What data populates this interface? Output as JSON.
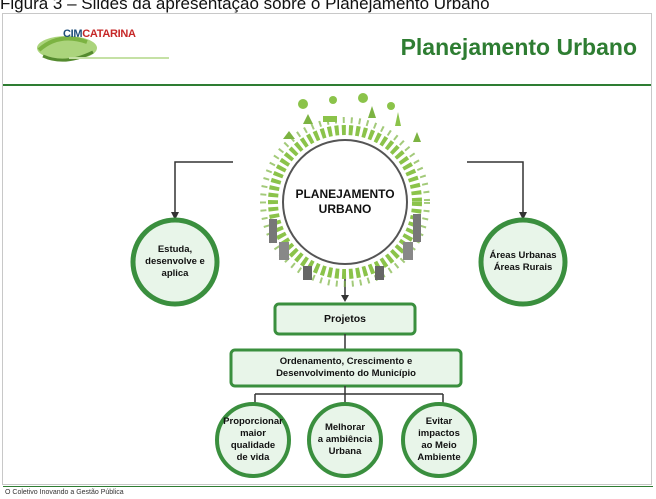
{
  "caption": "Figura 3 – Slides da apresentação sobre o Planejamento Urbano",
  "header": {
    "logo_text_a": "CIM",
    "logo_text_b": "CATARINA",
    "title": "Planejamento Urbano"
  },
  "center": {
    "line1": "PLANEJAMENTO",
    "line2": "URBANO"
  },
  "left_node": [
    "Estuda,",
    "desenvolve e",
    "aplica"
  ],
  "right_node": [
    "Áreas Urbanas",
    "Áreas Rurais"
  ],
  "projetos": "Projetos",
  "ordenamento": [
    "Ordenamento, Crescimento e",
    "Desenvolvimento do Município"
  ],
  "bottom_nodes": [
    {
      "lines": [
        "Proporcionar",
        "maior",
        "qualidade",
        "de vida"
      ]
    },
    {
      "lines": [
        "Melhorar",
        "a ambiência",
        "Urbana"
      ]
    },
    {
      "lines": [
        "Evitar",
        "impactos",
        "ao Meio",
        "Ambiente"
      ]
    }
  ],
  "footer": "O Coletivo Inovando a Gestão Pública",
  "colors": {
    "accent": "#2e7d32",
    "node_fill": "#e8f5e9",
    "node_border": "#3a8f3e"
  }
}
